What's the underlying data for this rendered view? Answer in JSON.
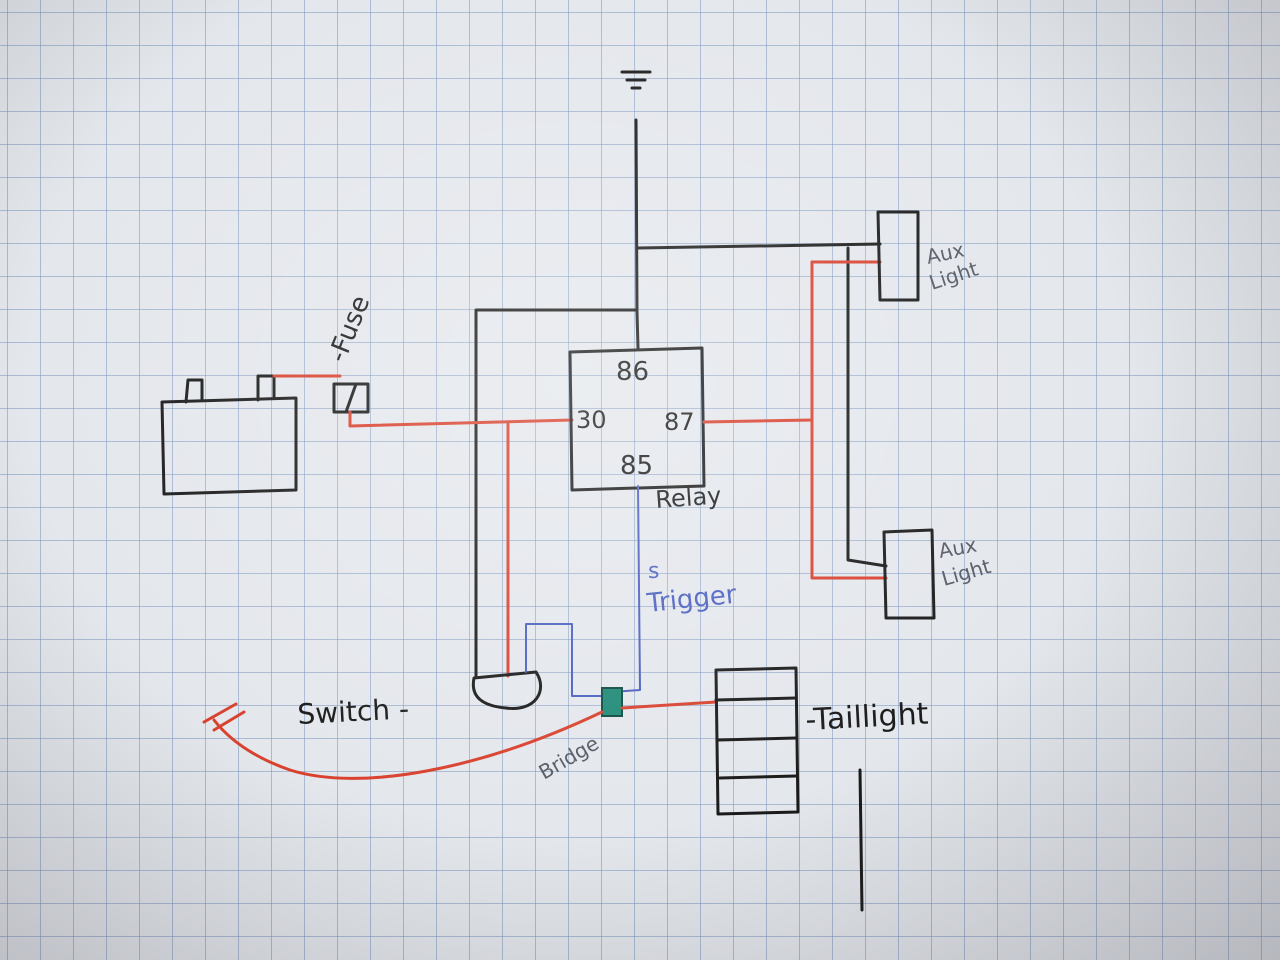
{
  "labels": {
    "fuse": "-Fuse",
    "relay": "Relay",
    "pin_86": "86",
    "pin_30": "30",
    "pin_87": "87",
    "pin_85": "85",
    "trigger": "Trigger",
    "trigger_mark": "s",
    "aux_light_top_1": "Aux",
    "aux_light_top_2": "Light",
    "aux_light_bottom_1": "Aux",
    "aux_light_bottom_2": "Light",
    "switch": "Switch -",
    "bridge": "Bridge",
    "taillight": "-Taillight"
  },
  "colors": {
    "ink": "#1a1a1a",
    "wire_red": "#d9412e",
    "wire_blue": "#4a5fc0",
    "bridge_fill": "#1f8a78",
    "paper": "#e4e7ec"
  }
}
